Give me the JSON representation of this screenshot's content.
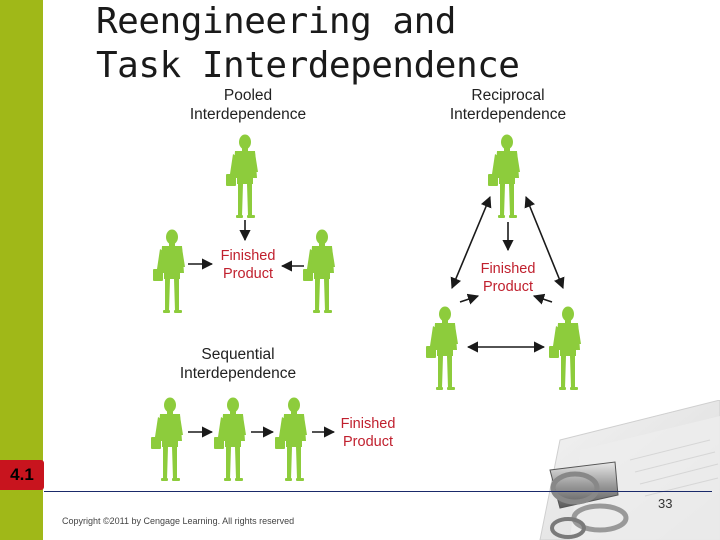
{
  "slide": {
    "title_line1": "Reengineering and",
    "title_line2": "Task Interdependence",
    "badge": "4.1",
    "copyright": "Copyright ©2011 by Cengage Learning.  All rights reserved",
    "page_number": "33"
  },
  "pooled": {
    "label_line1": "Pooled",
    "label_line2": "Interdependence",
    "product_line1": "Finished",
    "product_line2": "Product"
  },
  "reciprocal": {
    "label_line1": "Reciprocal",
    "label_line2": "Interdependence",
    "product_line1": "Finished",
    "product_line2": "Product"
  },
  "sequential": {
    "label_line1": "Sequential",
    "label_line2": "Interdependence",
    "product_line1": "Finished",
    "product_line2": "Product"
  },
  "colors": {
    "accent_bar": "#a0b818",
    "figure_green": "#8dcc3c",
    "product_text": "#c0202e",
    "badge": "#c8141e"
  }
}
